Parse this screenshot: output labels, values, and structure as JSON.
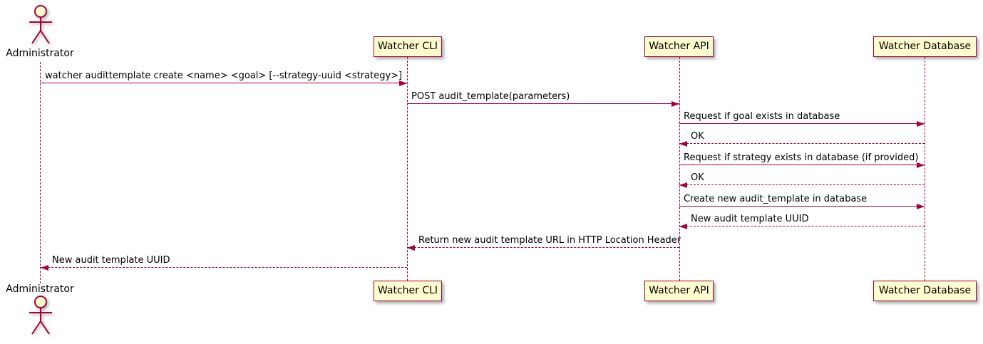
{
  "diagram": {
    "type": "sequence-diagram",
    "colors": {
      "participant_fill": "#FEFECE",
      "line_and_border": "#A80036",
      "text": "#000000",
      "background": "#FFFFFF"
    },
    "actors": {
      "top_label": "Administrator",
      "bottom_label": "Administrator"
    },
    "participants": [
      {
        "name": "Watcher CLI"
      },
      {
        "name": "Watcher API"
      },
      {
        "name": "Watcher Database"
      }
    ],
    "messages": [
      {
        "from": "Administrator",
        "to": "Watcher CLI",
        "style": "solid",
        "label": "watcher audittemplate create <name> <goal> [--strategy-uuid <strategy>]"
      },
      {
        "from": "Watcher CLI",
        "to": "Watcher API",
        "style": "solid",
        "label": "POST audit_template(parameters)"
      },
      {
        "from": "Watcher API",
        "to": "Watcher Database",
        "style": "solid",
        "label": "Request if goal exists in database"
      },
      {
        "from": "Watcher Database",
        "to": "Watcher API",
        "style": "dashed",
        "label": "OK"
      },
      {
        "from": "Watcher API",
        "to": "Watcher Database",
        "style": "solid",
        "label": "Request if strategy exists in database (if provided)"
      },
      {
        "from": "Watcher Database",
        "to": "Watcher API",
        "style": "dashed",
        "label": "OK"
      },
      {
        "from": "Watcher API",
        "to": "Watcher Database",
        "style": "solid",
        "label": "Create new audit_template in database"
      },
      {
        "from": "Watcher Database",
        "to": "Watcher API",
        "style": "dashed",
        "label": "New audit template UUID"
      },
      {
        "from": "Watcher API",
        "to": "Watcher CLI",
        "style": "dashed",
        "label": "Return new audit template URL in HTTP Location Header"
      },
      {
        "from": "Watcher CLI",
        "to": "Administrator",
        "style": "dashed",
        "label": "New audit template UUID"
      }
    ]
  }
}
